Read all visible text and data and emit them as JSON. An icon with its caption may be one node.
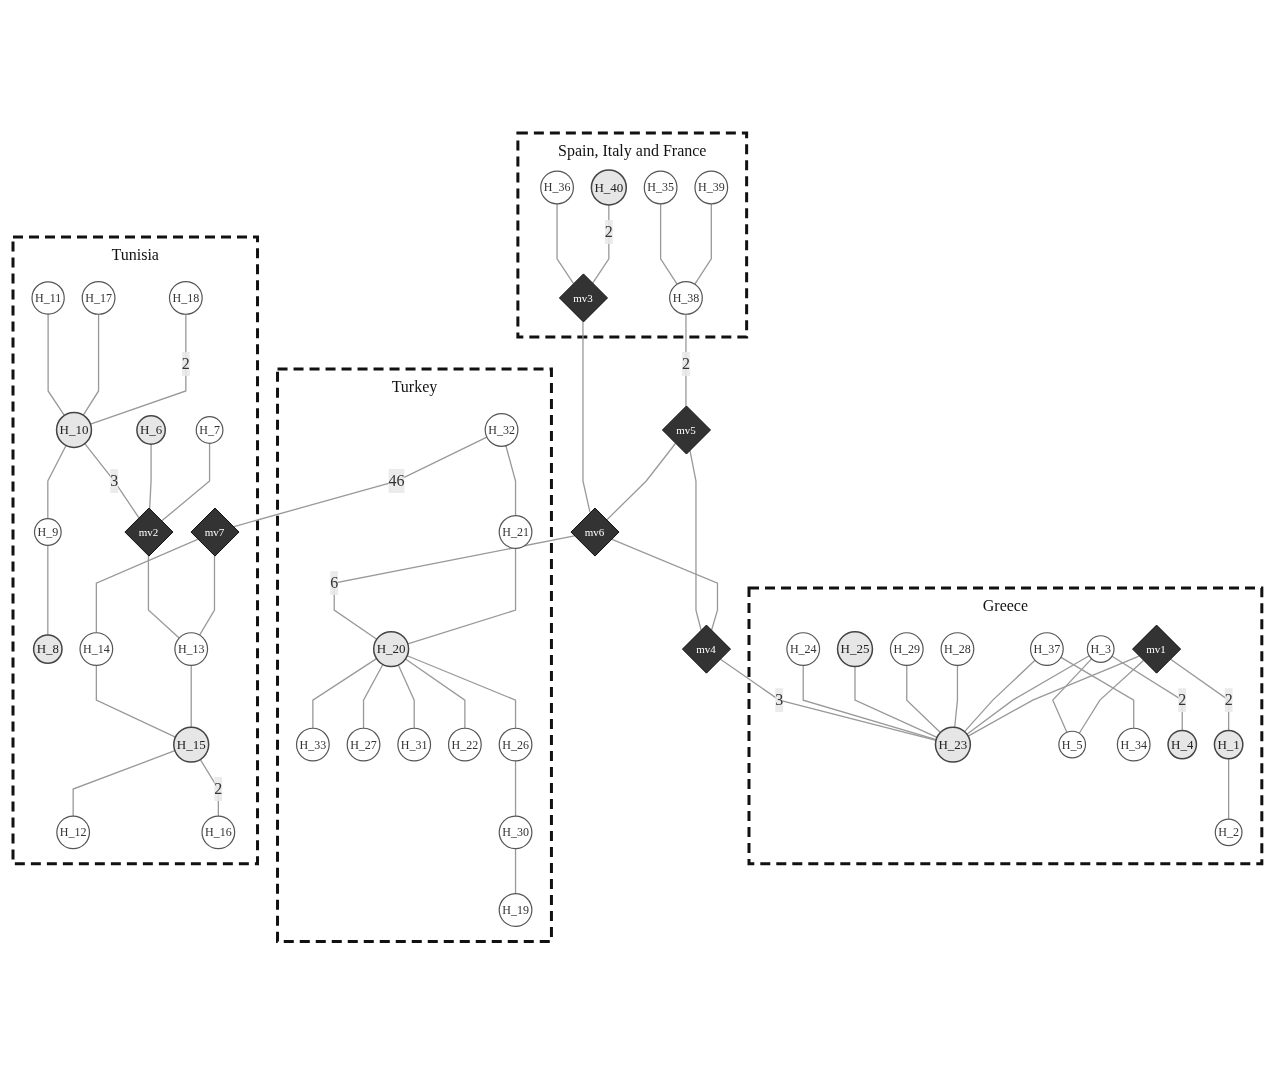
{
  "diagram": {
    "nodes": [
      {
        "text": [
          "Spain, Italy and France"
        ]
      },
      {
        "text": [
          "H_35"
        ],
        "in": 0
      },
      {
        "text": [
          "H_39"
        ],
        "in": 0
      },
      {
        "text": [
          "H_36"
        ],
        "in": 0
      },
      {
        "text": [
          "H_40"
        ],
        "in": 0
      },
      {
        "text": [
          "H_38"
        ],
        "in": 0
      },
      {
        "text": [
          "mv3"
        ],
        "in": 0
      },
      {
        "text": [
          "mv5"
        ]
      },
      {
        "text": [
          "mv6"
        ]
      },
      {
        "text": [
          "mv4"
        ]
      },
      {
        "text": [
          "Greece"
        ]
      },
      {
        "text": [
          "H_24"
        ],
        "in": 10
      },
      {
        "text": [
          "H_25"
        ],
        "in": 10
      },
      {
        "text": [
          "H_23"
        ],
        "in": 10
      },
      {
        "text": [
          "H_29"
        ],
        "in": 10
      },
      {
        "text": [
          "mv1"
        ],
        "in": 10
      },
      {
        "text": [
          "H_28"
        ],
        "in": 10
      },
      {
        "text": [
          "H_37"
        ],
        "in": 10
      },
      {
        "text": [
          "H_3"
        ],
        "in": 10
      },
      {
        "text": [
          "H_5"
        ],
        "in": 10
      },
      {
        "text": [
          "H_34"
        ],
        "in": 10
      },
      {
        "text": [
          "H_4"
        ],
        "in": 10
      },
      {
        "text": [
          "H_1"
        ],
        "in": 10
      },
      {
        "text": [
          "H_2"
        ],
        "in": 10
      },
      {
        "text": [
          "Turkey"
        ]
      },
      {
        "text": [
          "H_32"
        ],
        "in": 24
      },
      {
        "text": [
          "H_21"
        ],
        "in": 24
      },
      {
        "text": [
          "H_20"
        ],
        "in": 24
      },
      {
        "text": [
          "H_33"
        ],
        "in": 24
      },
      {
        "text": [
          "H_27"
        ],
        "in": 24
      },
      {
        "text": [
          "H_31"
        ],
        "in": 24
      },
      {
        "text": [
          "H_22"
        ],
        "in": 24
      },
      {
        "text": [
          "H_26"
        ],
        "in": 24
      },
      {
        "text": [
          "H_30"
        ],
        "in": 24
      },
      {
        "text": [
          "H_19"
        ],
        "in": 24
      },
      {
        "text": [
          "Tunisia"
        ]
      },
      {
        "text": [
          "H_17"
        ],
        "in": 35
      },
      {
        "text": [
          "H_18"
        ],
        "in": 35
      },
      {
        "text": [
          "H_11"
        ],
        "in": 35
      },
      {
        "text": [
          "H_8"
        ],
        "in": 35
      },
      {
        "text": [
          "H_10"
        ],
        "in": 35
      },
      {
        "text": [
          "H_9"
        ],
        "in": 35
      },
      {
        "text": [
          "H_7"
        ],
        "in": 35
      },
      {
        "text": [
          "H_6"
        ],
        "in": 35
      },
      {
        "text": [
          "mv2"
        ],
        "in": 35
      },
      {
        "text": [
          "H_13"
        ],
        "in": 35
      },
      {
        "text": [
          "mv7"
        ],
        "in": 35
      },
      {
        "text": [
          "H_14"
        ],
        "in": 35
      },
      {
        "text": [
          "H_15"
        ],
        "in": 35
      },
      {
        "text": [
          "H_12"
        ],
        "in": 35
      },
      {
        "text": [
          "H_16"
        ],
        "in": 35
      }
    ],
    "edges": [
      {
        "from": 1,
        "to": 5,
        "arrow": "none"
      },
      {
        "from": 2,
        "to": 5,
        "arrow": "none"
      },
      {
        "from": 3,
        "to": 6,
        "arrow": "none"
      },
      {
        "from": 4,
        "to": 6,
        "arrow": "none",
        "label": "2"
      },
      {
        "from": 5,
        "to": 7,
        "arrow": "none",
        "label": "2"
      },
      {
        "from": 6,
        "to": 8,
        "arrow": "none"
      },
      {
        "from": 7,
        "to": 8,
        "arrow": "none"
      },
      {
        "from": 7,
        "to": 9,
        "arrow": "none"
      },
      {
        "from": 8,
        "to": 9,
        "arrow": "none"
      },
      {
        "from": 8,
        "to": 27,
        "arrow": "none",
        "label": "6"
      },
      {
        "from": 9,
        "to": 13,
        "arrow": "none",
        "label": "3"
      },
      {
        "from": 11,
        "to": 13,
        "arrow": "none"
      },
      {
        "from": 12,
        "to": 13,
        "arrow": "none"
      },
      {
        "from": 14,
        "to": 13,
        "arrow": "none"
      },
      {
        "from": 16,
        "to": 13,
        "arrow": "none"
      },
      {
        "from": 17,
        "to": 13,
        "arrow": "none"
      },
      {
        "from": 18,
        "to": 13,
        "arrow": "none"
      },
      {
        "from": 15,
        "to": 13,
        "arrow": "none"
      },
      {
        "from": 17,
        "to": 20,
        "arrow": "none"
      },
      {
        "from": 18,
        "to": 19,
        "arrow": "none"
      },
      {
        "from": 18,
        "to": 21,
        "arrow": "none",
        "label": "2"
      },
      {
        "from": 15,
        "to": 19,
        "arrow": "none"
      },
      {
        "from": 15,
        "to": 22,
        "arrow": "none",
        "label": "2"
      },
      {
        "from": 22,
        "to": 23,
        "arrow": "none"
      },
      {
        "from": 25,
        "to": 26,
        "arrow": "none"
      },
      {
        "from": 26,
        "to": 27,
        "arrow": "none"
      },
      {
        "from": 27,
        "to": 28,
        "arrow": "none"
      },
      {
        "from": 27,
        "to": 29,
        "arrow": "none"
      },
      {
        "from": 27,
        "to": 30,
        "arrow": "none"
      },
      {
        "from": 27,
        "to": 31,
        "arrow": "none"
      },
      {
        "from": 27,
        "to": 32,
        "arrow": "none"
      },
      {
        "from": 32,
        "to": 33,
        "arrow": "none"
      },
      {
        "from": 33,
        "to": 34,
        "arrow": "none"
      },
      {
        "from": 25,
        "to": 46,
        "arrow": "none",
        "label": "46"
      },
      {
        "from": 38,
        "to": 40,
        "arrow": "none"
      },
      {
        "from": 36,
        "to": 40,
        "arrow": "none"
      },
      {
        "from": 37,
        "to": 40,
        "arrow": "none",
        "label": "2"
      },
      {
        "from": 40,
        "to": 41,
        "arrow": "none"
      },
      {
        "from": 41,
        "to": 39,
        "arrow": "none"
      },
      {
        "from": 40,
        "to": 44,
        "arrow": "none",
        "label": "3"
      },
      {
        "from": 43,
        "to": 44,
        "arrow": "none"
      },
      {
        "from": 42,
        "to": 44,
        "arrow": "none"
      },
      {
        "from": 44,
        "to": 45,
        "arrow": "none"
      },
      {
        "from": 46,
        "to": 45,
        "arrow": "none"
      },
      {
        "from": 46,
        "to": 47,
        "arrow": "none"
      },
      {
        "from": 47,
        "to": 48,
        "arrow": "none"
      },
      {
        "from": 45,
        "to": 48,
        "arrow": "none"
      },
      {
        "from": 48,
        "to": 49,
        "arrow": "none"
      },
      {
        "from": 48,
        "to": 50,
        "arrow": "none",
        "label": "2"
      }
    ]
  }
}
